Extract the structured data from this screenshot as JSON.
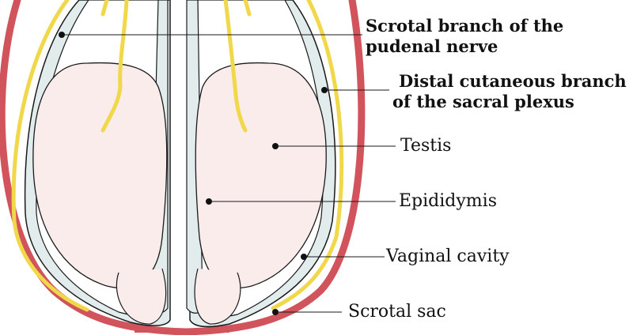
{
  "labels": {
    "scrotal_branch_line1": "Scrotal branch of the",
    "scrotal_branch_line2": "pudenal nerve",
    "distal_branch_line1": "Distal cutaneous branch",
    "distal_branch_line2": "of the sacral plexus",
    "testis": "Testis",
    "epididymis": "Epididymis",
    "vaginal_cavity": "Vaginal cavity",
    "scrotal_sac": "Scrotal sac"
  },
  "colors": {
    "scrotal_skin": "#d1535b",
    "nerve": "#f0d84a",
    "tunica": "#e2ecec",
    "testis_fill": "#fbecec",
    "outline": "#1a1a1a"
  }
}
